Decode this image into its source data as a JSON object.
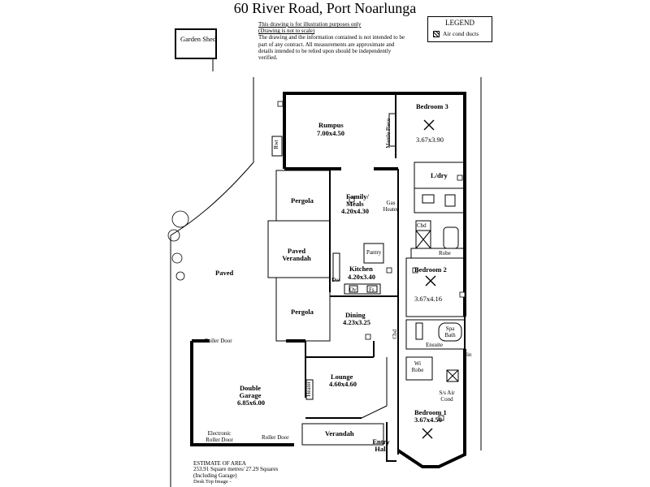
{
  "title": "60 River Road, Port Noarlunga",
  "disclaimer": {
    "line1": "This drawing is for illustration purposes only",
    "line2": "(Drawing is not to scale)",
    "body": "The drawing and the information contained is not intended to be part of any contract.  All measurements are approximate and details intended to be relied upon should be independently verified."
  },
  "legend": {
    "title": "LEGEND",
    "item": "Air cond ducts"
  },
  "rooms": {
    "garden_shed": "Garden Shed",
    "rumpus": "Rumpus",
    "rumpus_dim": "7.00x4.50",
    "bedroom3": "Bedroom 3",
    "bedroom3_dim": "3.67x3.90",
    "mantle": "Mantle Piece",
    "rwt": "Rwt",
    "ldry": "L/dry",
    "pergola_top": "Pergola",
    "family": "Family/",
    "meals": "Meals",
    "family_dim": "4.20x4.30",
    "gas_heater": "Gas Heater",
    "cbd_top": "Cbd",
    "paved_verandah": "Paved Verandah",
    "pantry": "Pantry",
    "robe": "Robe",
    "kitchen": "Kitchen",
    "kitchen_dim": "4.20x3.40",
    "dw": "Dw",
    "ov": "Ov",
    "fs": "Fs",
    "bedroom2": "Bedroom 2",
    "bedroom2_dim": "3.67x4.16",
    "paved": "Paved",
    "pergola_bottom": "Pergola",
    "dining": "Dining",
    "dining_dim": "4.23x3.25",
    "cbd_mid": "Cbd",
    "spa_bath": "Spa Bath",
    "ensuite": "Ensuite",
    "lin": "lin",
    "roller_door_top": "Roller Door",
    "wi_robe": "Wi Robe",
    "double_garage": "Double Garage",
    "garage_dim": "6.85x6.00",
    "lounge": "Lounge",
    "lounge_dim": "4.60x4.60",
    "heater": "Heater",
    "sis_air": "S/s Air Cond",
    "bedroom1": "Bedroom 1",
    "bedroom1_dim": "3.67x4.50",
    "electronic_roller_door": "Electronic Roller Door",
    "roller_door_bottom": "Roller Door",
    "verandah": "Verandah",
    "entry_hall": "Entry Hall"
  },
  "area": {
    "heading": "ESTIMATE OF AREA",
    "line1": "253.91 Square metres/  27.29 Squares",
    "line2": "(Including Garage)"
  },
  "footer": "Desk Top Image -"
}
